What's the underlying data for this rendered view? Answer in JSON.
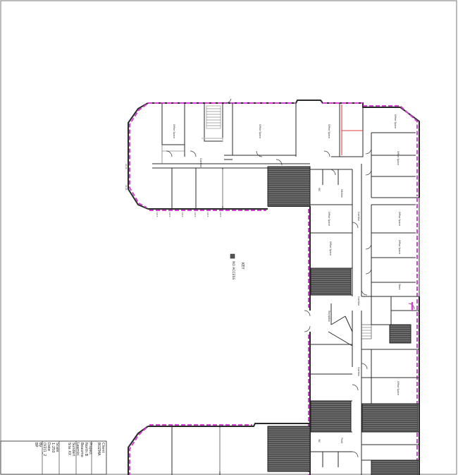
{
  "drawing": {
    "key": {
      "heading": "KEY",
      "no_access_label": "NO ACCESS",
      "no_access_color": "#555555"
    },
    "accent_colors": {
      "external_window_line": "#d63fd6",
      "partition_highlight": "#e23b3b",
      "no_access_fill": "#555555"
    },
    "room_labels": [
      "Office Space",
      "Office Space",
      "Office Space",
      "Office Space",
      "Office Space",
      "Office Space",
      "Office Space",
      "Office Space",
      "Office Space",
      "Office Space",
      "Corridor",
      "Corridor",
      "Corridor",
      "Corridor",
      "Reception",
      "WC",
      "WC",
      "Kitchen",
      "Store",
      "Plant"
    ],
    "dims": [
      "1015",
      "1015",
      "1015",
      "1015",
      "1015",
      "1015",
      "2145",
      "2145"
    ]
  },
  "title_block": {
    "rows": [
      "Client",
      "BOZMA",
      "Project",
      "North B",
      "Beaumo",
      "Leamin",
      "Sunderl",
      "Site XX",
      "Scale",
      "1:250",
      "Date",
      "(V2)1_2",
      "By",
      "BP"
    ]
  }
}
